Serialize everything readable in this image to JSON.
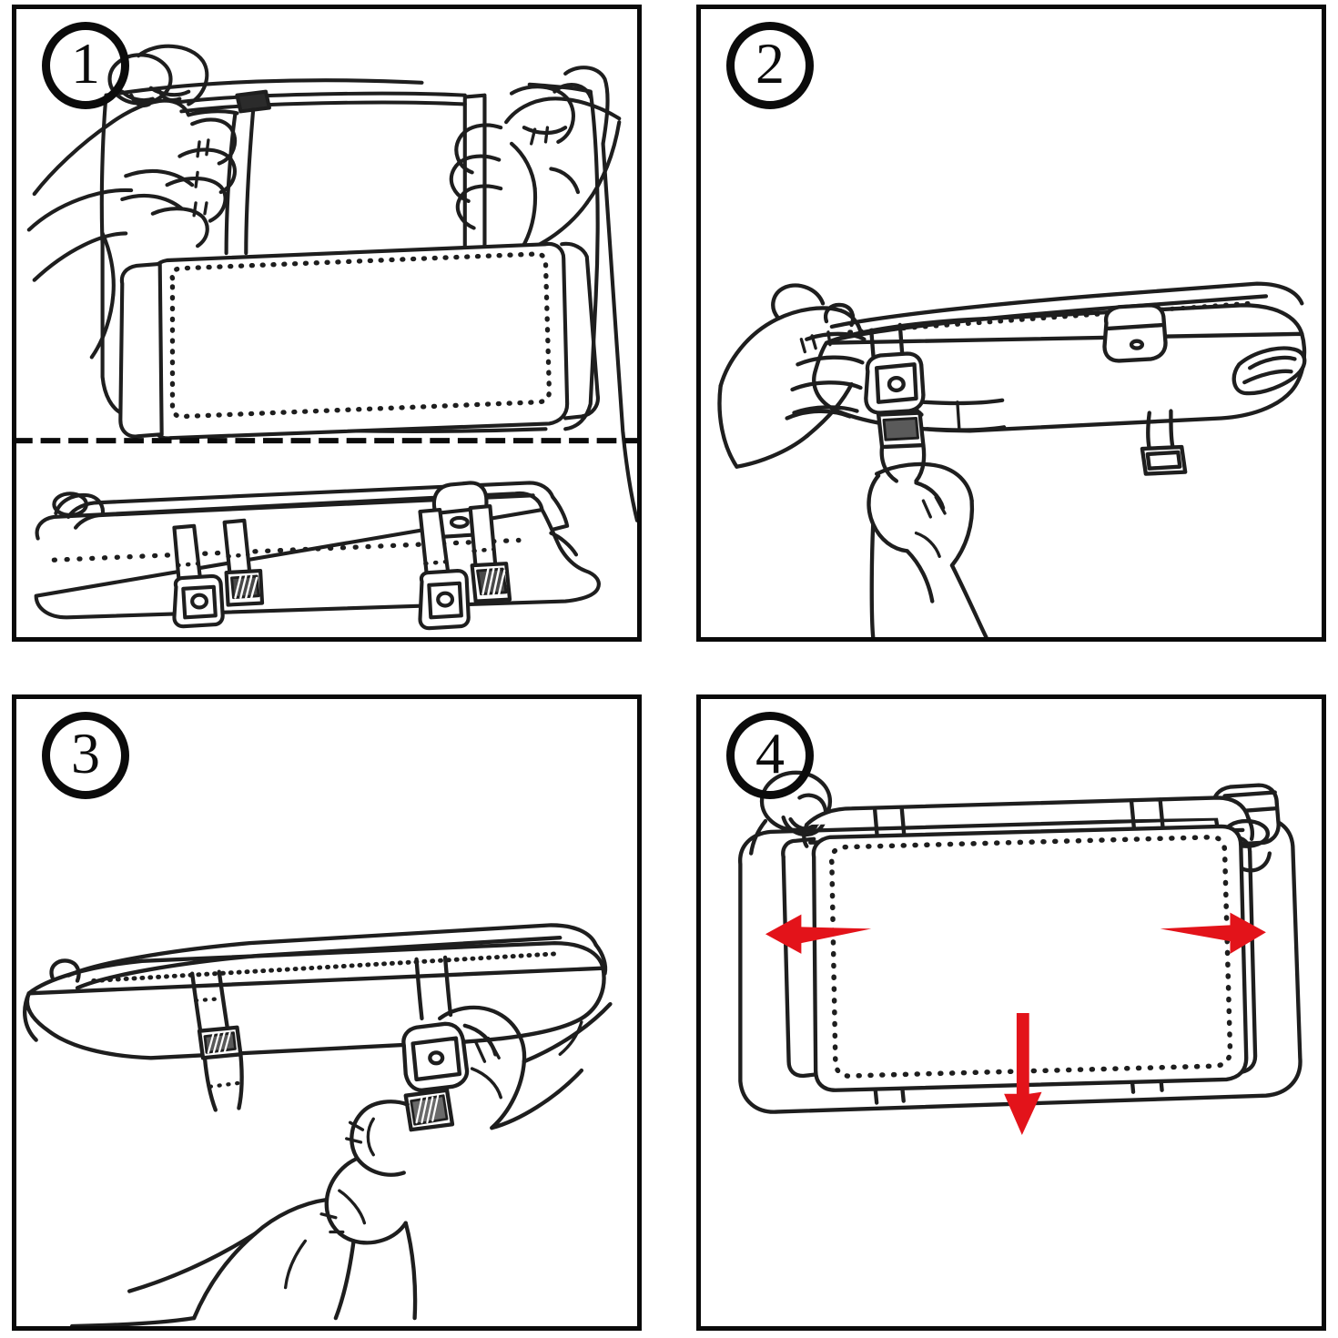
{
  "document": {
    "type": "installation-instruction-diagram",
    "subject": "car sun visor extender / sunshade organizer installation",
    "panel_count": 4,
    "background_color": "#ffffff",
    "line_color": "#1e1e1e",
    "accent_color": "#e3131a",
    "border_color": "#0a0a0a"
  },
  "panels": [
    {
      "number": "1",
      "badge_name": "step-number-1",
      "has_divider": true,
      "divider_style": "dashed",
      "subscenes": [
        {
          "name": "hands-holding-extender-over-visor",
          "description": "Two hands hold the sunshade panel by its upper straps and lift it up toward the car sun visor.",
          "elements": [
            "left-hand",
            "right-hand",
            "upper-strap-left",
            "upper-strap-right",
            "extender-panel",
            "stitched-border",
            "sun-visor",
            "visor-pivot-arm"
          ]
        },
        {
          "name": "extender-detail-underside",
          "description": "Detail view of the sunshade laid flat showing two pairs of hanging straps with buckles on the underside.",
          "elements": [
            "extender-body",
            "stitch-dots",
            "strap-left-female",
            "strap-left-male",
            "strap-right-female",
            "strap-right-male",
            "side-clip"
          ]
        }
      ]
    },
    {
      "number": "2",
      "badge_name": "step-number-2",
      "has_divider": false,
      "subscenes": [
        {
          "name": "wrapping-strap-around-visor",
          "description": "Hands wrap the strap around the car sun visor and bring the two buckle halves together underneath.",
          "elements": [
            "sun-visor",
            "visor-edge-stitching",
            "extender-top-edge",
            "strap-over-visor",
            "female-buckle",
            "male-buckle",
            "left-hand",
            "right-hand",
            "visor-tip",
            "spare-strap-end"
          ]
        }
      ]
    },
    {
      "number": "3",
      "badge_name": "step-number-3",
      "has_divider": false,
      "subscenes": [
        {
          "name": "buckling-strap-under-visor",
          "description": "Side view: both hands snap the male buckle into the female buckle beneath the sun visor to secure the sunshade.",
          "elements": [
            "sun-visor",
            "extender-top-edge",
            "strap-left",
            "strap-left-buckle",
            "strap-right",
            "female-buckle",
            "male-buckle",
            "left-hand",
            "right-hand",
            "forearm"
          ]
        }
      ]
    },
    {
      "number": "4",
      "badge_name": "step-number-4",
      "has_divider": false,
      "subscenes": [
        {
          "name": "installed-and-adjust",
          "description": "Front view of the sunshade installed on the visor, with red arrows showing it can be extended left, right and pulled down.",
          "elements": [
            "sun-visor",
            "visor-pivot-knob",
            "visor-mount-clip",
            "extender-panel",
            "stitched-border",
            "strap-band-left",
            "strap-band-right",
            "arrow-left",
            "arrow-right",
            "arrow-down"
          ]
        }
      ],
      "arrows": [
        {
          "name": "arrow-left",
          "direction": "left",
          "color": "#e3131a",
          "meaning": "slide sunshade left"
        },
        {
          "name": "arrow-right",
          "direction": "right",
          "color": "#e3131a",
          "meaning": "slide sunshade right"
        },
        {
          "name": "arrow-down",
          "direction": "down",
          "color": "#e3131a",
          "meaning": "pull sunshade down"
        }
      ]
    }
  ]
}
